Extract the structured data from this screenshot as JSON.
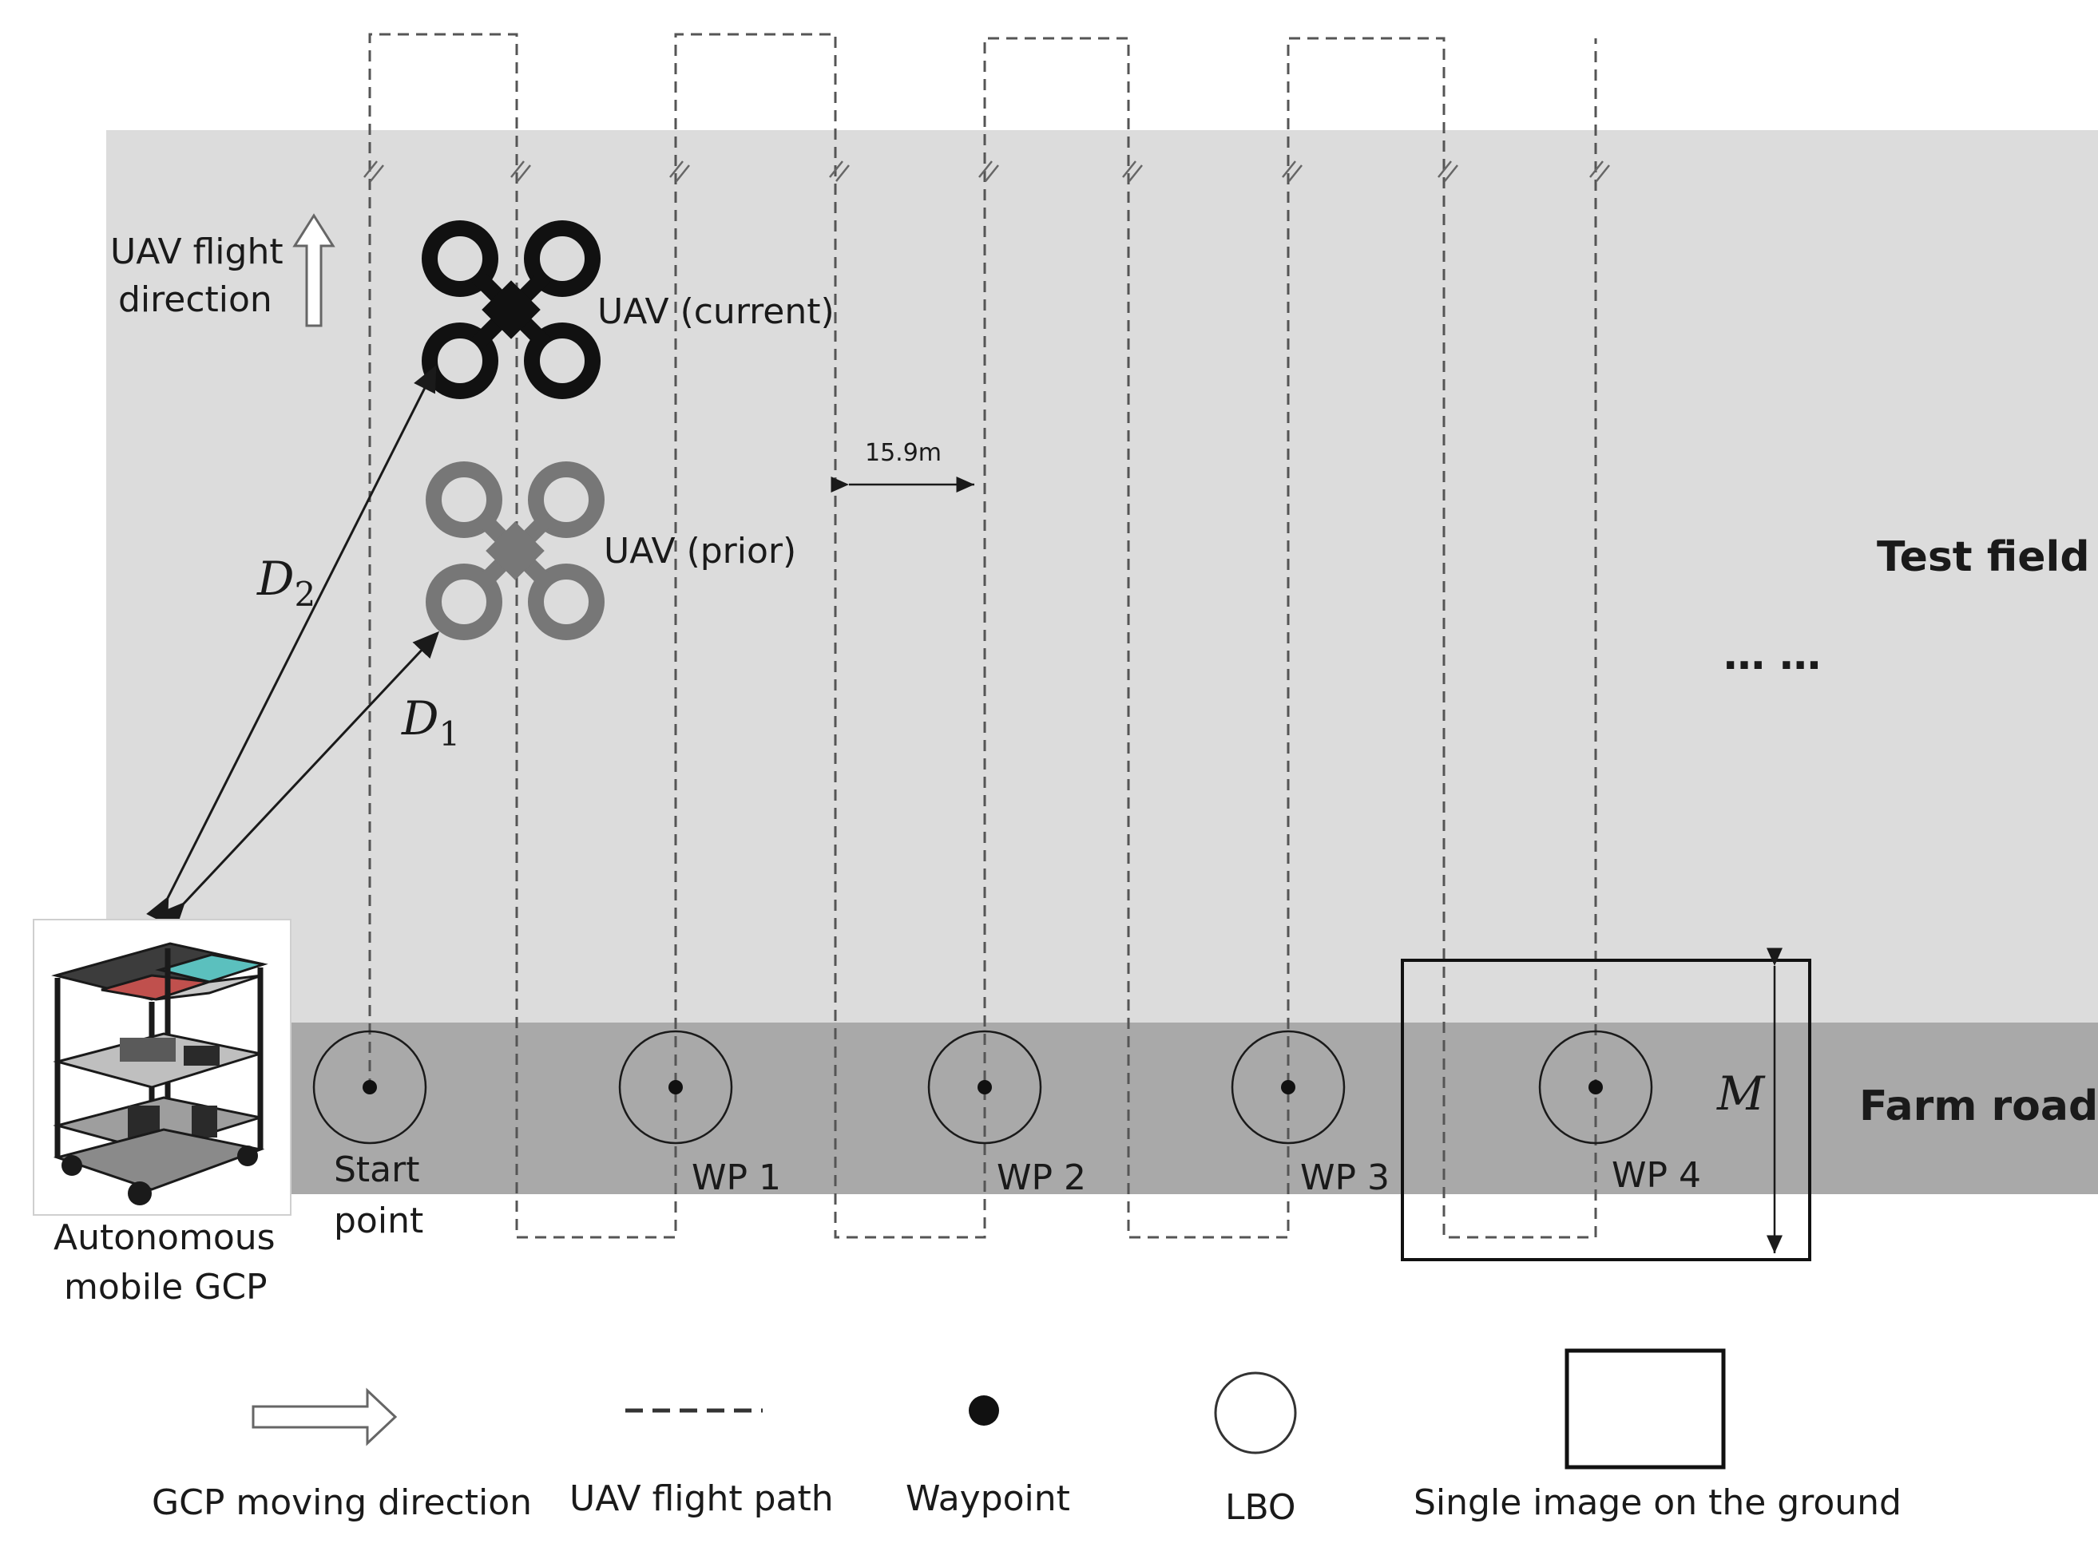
{
  "regions": {
    "test_field": "Test field",
    "farm_road": "Farm road"
  },
  "uav": {
    "direction_line1": "UAV flight",
    "direction_line2": "direction",
    "current": "UAV (current)",
    "prior": "UAV (prior)"
  },
  "distances": {
    "d2": "D",
    "d2_sub": "2",
    "d1": "D",
    "d1_sub": "1",
    "spacing": "15.9m",
    "m": "M"
  },
  "ellipsis": "… …",
  "gcp": {
    "line1": "Autonomous",
    "line2": "mobile GCP"
  },
  "waypoints": [
    {
      "line1": "Start",
      "line2": "point"
    },
    {
      "line1": "WP 1"
    },
    {
      "line1": "WP 2"
    },
    {
      "line1": "WP 3"
    },
    {
      "line1": "WP 4"
    }
  ],
  "legend": {
    "gcp_direction": "GCP moving direction",
    "flight_path": "UAV flight path",
    "waypoint": "Waypoint",
    "lbo": "LBO",
    "single_image": "Single image on the ground"
  },
  "colors": {
    "field": "#dcdcdc",
    "road": "#a9a9a9",
    "uav_current": "#111111",
    "uav_prior": "#777777",
    "gcp_red": "#c0504d",
    "gcp_teal": "#5bc0be",
    "gcp_light": "#c8c8c8",
    "gcp_dark": "#3c3c3c"
  }
}
